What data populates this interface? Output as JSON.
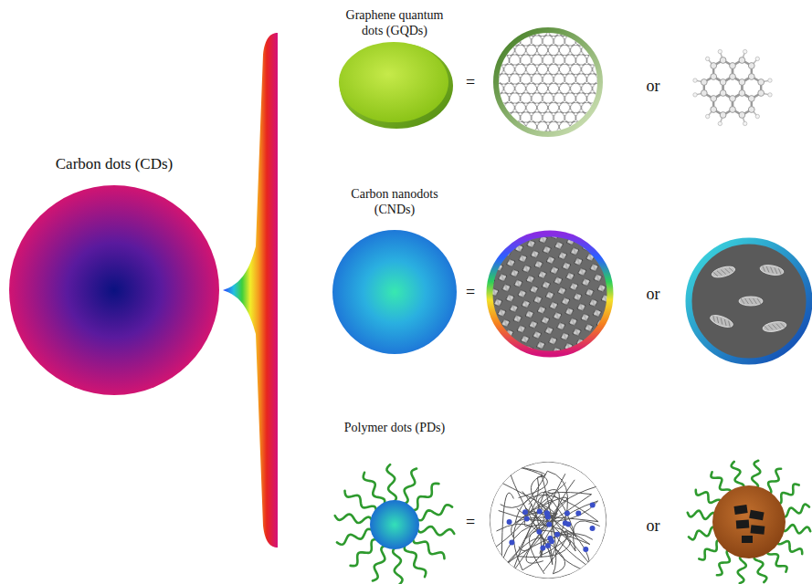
{
  "diagram": {
    "nodes": [
      {
        "text": [
          "Carbon dots (CDs)"
        ]
      },
      {
        "text": [
          "Graphene quantum dots (GQDs)"
        ]
      },
      {
        "text": [
          "Carbon nanodots (CNDs)"
        ]
      },
      {
        "text": [
          "Polymer dots (PDs)"
        ]
      }
    ],
    "labels": [
      "=",
      "or",
      "=",
      "or",
      "=",
      "or"
    ]
  }
}
